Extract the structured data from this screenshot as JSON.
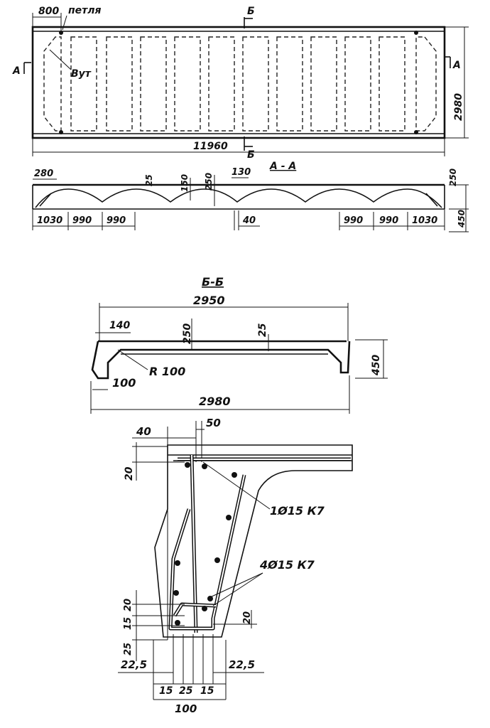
{
  "plan": {
    "dim_800": "800",
    "loop_label": "петля",
    "section_b_top": "Б",
    "section_b_bottom": "Б",
    "section_a_left": "А",
    "section_a_right": "А",
    "insert_label": "Вут",
    "dim_height": "2980",
    "dim_length": "11960"
  },
  "section_aa": {
    "title": "А - А",
    "dim_280": "280",
    "dim_25": "25",
    "dim_150": "150",
    "dim_250a": "250",
    "dim_130": "130",
    "dim_250b": "250",
    "dim_450": "450",
    "dim_40": "40",
    "bottom_dims": [
      "1030",
      "990",
      "990",
      "990",
      "990",
      "1030"
    ]
  },
  "section_bb": {
    "title": "Б-Б",
    "dim_2950": "2950",
    "dim_140": "140",
    "dim_250": "250",
    "dim_25": "25",
    "dim_450": "450",
    "dim_r100": "R 100",
    "dim_100": "100",
    "dim_2980": "2980"
  },
  "detail": {
    "dim_40": "40",
    "dim_50": "50",
    "dim_20_top": "20",
    "rebar_top": "1Ø15 К7",
    "rebar_bottom": "4Ø15 К7",
    "dim_20_left": "20",
    "dim_15_left": "15",
    "dim_20_right": "20",
    "dim_25_left": "25",
    "dim_22_5_left": "22,5",
    "dim_22_5_right": "22,5",
    "dim_15a": "15",
    "dim_25": "25",
    "dim_15b": "15",
    "dim_100": "100"
  }
}
